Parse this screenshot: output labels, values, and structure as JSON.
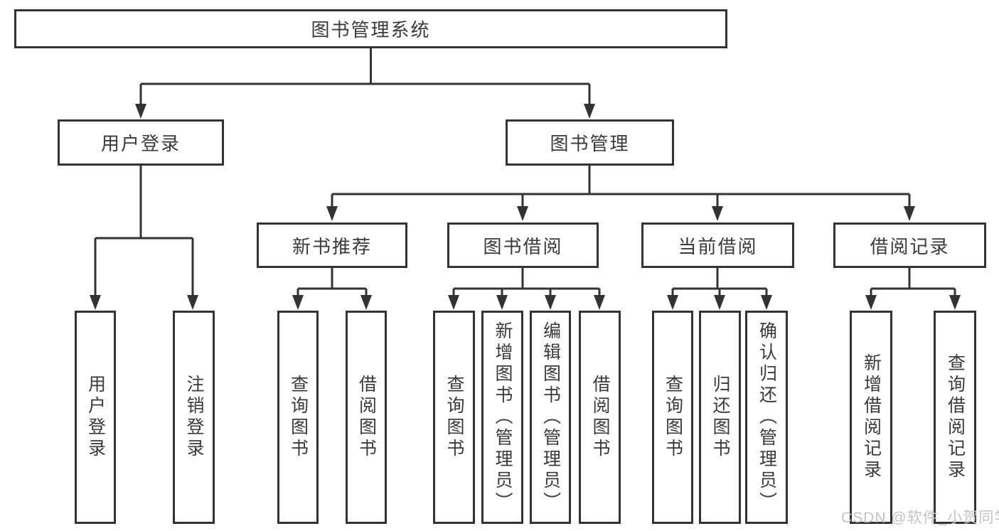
{
  "colors": {
    "line": "#333333",
    "box_border": "#333333",
    "text": "#3a3a3a",
    "background": "#ffffff",
    "watermark": "#c3c3c3"
  },
  "diagram": {
    "type": "hierarchy-tree",
    "tree": {
      "label": "图书管理系统",
      "children": [
        {
          "label": "用户登录",
          "children": [
            {
              "label": "用户登录"
            },
            {
              "label": "注销登录"
            }
          ]
        },
        {
          "label": "图书管理",
          "children": [
            {
              "label": "新书推荐",
              "children": [
                {
                  "label": "查询图书"
                },
                {
                  "label": "借阅图书"
                }
              ]
            },
            {
              "label": "图书借阅",
              "children": [
                {
                  "label": "查询图书"
                },
                {
                  "label": "新增图书（管理员）"
                },
                {
                  "label": "编辑图书（管理员）"
                },
                {
                  "label": "借阅图书"
                }
              ]
            },
            {
              "label": "当前借阅",
              "children": [
                {
                  "label": "查询图书"
                },
                {
                  "label": "归还图书"
                },
                {
                  "label": "确认归还（管理员）"
                }
              ]
            },
            {
              "label": "借阅记录",
              "children": [
                {
                  "label": "新增借阅记录"
                },
                {
                  "label": "查询借阅记录"
                }
              ]
            }
          ]
        }
      ]
    }
  },
  "watermark": {
    "text": "CSDN @软件_小贺同学"
  }
}
